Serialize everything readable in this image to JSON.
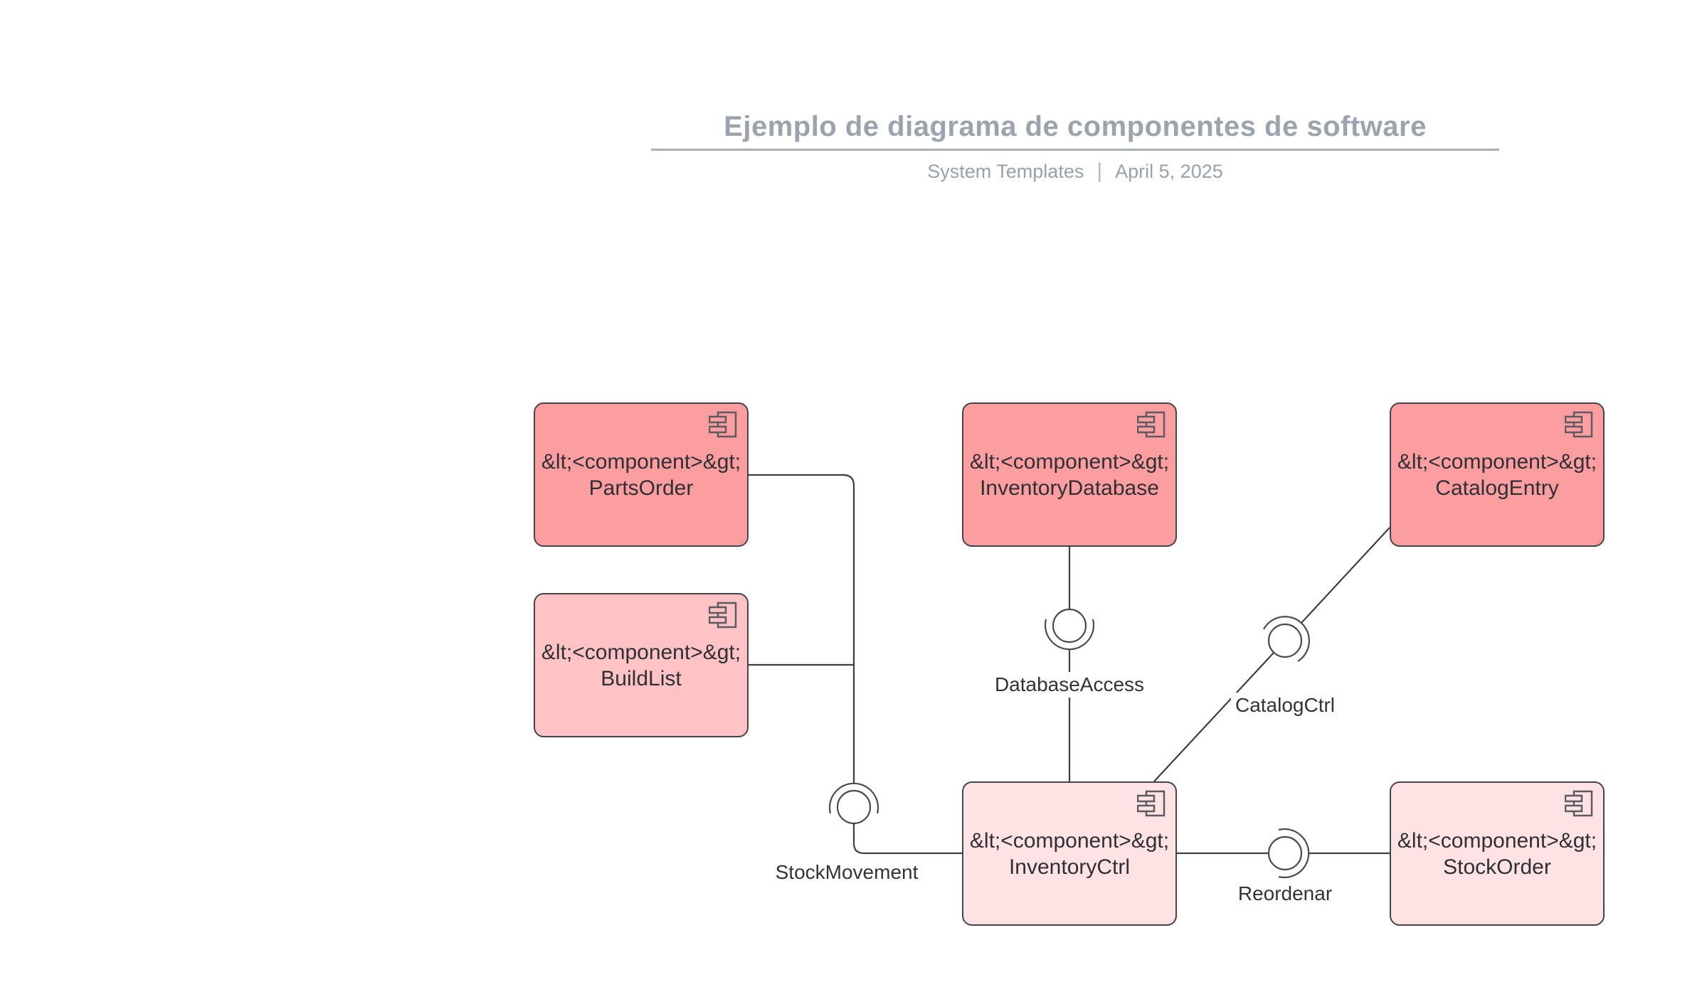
{
  "header": {
    "title": "Ejemplo de diagrama de componentes de software",
    "source": "System Templates",
    "separator": "|",
    "date": "April 5, 2025"
  },
  "diagram": {
    "type": "uml-component-diagram",
    "components": [
      {
        "id": "parts-order",
        "stereotype": "&lt;<component>&gt;",
        "name": "PartsOrder",
        "variant": "strong"
      },
      {
        "id": "build-list",
        "stereotype": "&lt;<component>&gt;",
        "name": "BuildList",
        "variant": "medium"
      },
      {
        "id": "inventory-database",
        "stereotype": "&lt;<component>&gt;",
        "name": "InventoryDatabase",
        "variant": "strong"
      },
      {
        "id": "catalog-entry",
        "stereotype": "&lt;<component>&gt;",
        "name": "CatalogEntry",
        "variant": "strong"
      },
      {
        "id": "inventory-ctrl",
        "stereotype": "&lt;<component>&gt;",
        "name": "InventoryCtrl",
        "variant": "light"
      },
      {
        "id": "stock-order",
        "stereotype": "&lt;<component>&gt;",
        "name": "StockOrder",
        "variant": "light"
      }
    ],
    "interfaces": [
      {
        "id": "stock-movement",
        "label": "StockMovement",
        "between": [
          "PartsOrder/BuildList",
          "InventoryCtrl"
        ]
      },
      {
        "id": "database-access",
        "label": "DatabaseAccess",
        "between": [
          "InventoryDatabase",
          "InventoryCtrl"
        ]
      },
      {
        "id": "catalog-ctrl",
        "label": "CatalogCtrl",
        "between": [
          "InventoryCtrl",
          "CatalogEntry"
        ]
      },
      {
        "id": "reordenar",
        "label": "Reordenar",
        "between": [
          "InventoryCtrl",
          "StockOrder"
        ]
      }
    ],
    "colors": {
      "component_strong": "#FC9EA0",
      "component_medium": "#FFC3C5",
      "component_light": "#FFE2E3",
      "border": "#44444C",
      "connector": "#3E3E44",
      "box_text": "#2F2F36",
      "title_text": "#9BA3AE"
    }
  }
}
